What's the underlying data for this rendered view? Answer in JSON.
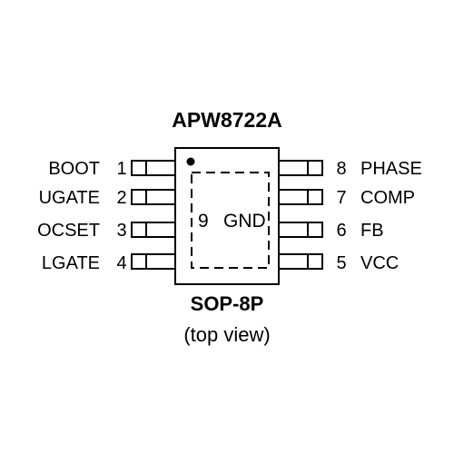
{
  "title": "APW8722A",
  "package": {
    "name": "SOP-8P",
    "view": "(top view)"
  },
  "exposed_pad": {
    "number": "9",
    "name": "GND"
  },
  "pins": {
    "left": [
      {
        "number": "1",
        "name": "BOOT"
      },
      {
        "number": "2",
        "name": "UGATE"
      },
      {
        "number": "3",
        "name": "OCSET"
      },
      {
        "number": "4",
        "name": "LGATE"
      }
    ],
    "right": [
      {
        "number": "8",
        "name": "PHASE"
      },
      {
        "number": "7",
        "name": "COMP"
      },
      {
        "number": "6",
        "name": "FB"
      },
      {
        "number": "5",
        "name": "VCC"
      }
    ]
  },
  "colors": {
    "ink": "#000000",
    "background": "#ffffff"
  }
}
